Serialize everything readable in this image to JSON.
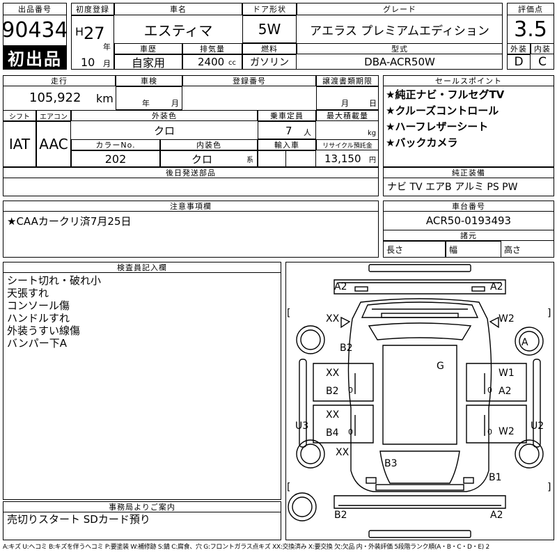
{
  "listing": {
    "lot_no_label": "出品番号",
    "lot_no": "90434",
    "first_listing_badge": "初出品",
    "first_reg_label": "初度登録",
    "era": "H",
    "year": "27",
    "year_unit": "年",
    "month": "10",
    "month_unit": "月",
    "car_name_label": "車名",
    "car_name": "エスティマ",
    "door_label": "ドア形状",
    "door": "5W",
    "grade_label": "グレード",
    "grade": "アエラス プレミアムエディション",
    "score_label": "評価点",
    "score": "3.5",
    "ext_label": "外装",
    "ext_grade": "D",
    "int_label": "内装",
    "int_grade": "C",
    "history_label": "車歴",
    "history": "自家用",
    "displacement_label": "排気量",
    "displacement": "2400",
    "cc_unit": "cc",
    "fuel_label": "燃料",
    "fuel": "ガソリン",
    "model_code_label": "型式",
    "model_code": "DBA-ACR50W"
  },
  "details": {
    "mileage_label": "走行",
    "mileage": "105,922",
    "km_unit": "km",
    "inspection_label": "車検",
    "inspection_year_unit": "年",
    "inspection_month_unit": "月",
    "reg_no_label": "登録番号",
    "transfer_label": "譲渡書類期限",
    "transfer_month_unit": "月",
    "transfer_day_unit": "日",
    "shift_label": "シフト",
    "shift": "IAT",
    "ac_label": "エアコン",
    "ac": "AAC",
    "ext_color_label": "外装色",
    "ext_color": "クロ",
    "capacity_label": "乗車定員",
    "capacity": "7",
    "capacity_unit": "人",
    "max_load_label": "最大積載量",
    "max_load_unit": "kg",
    "color_no_label": "カラーNo.",
    "color_no": "202",
    "int_color_label": "内装色",
    "int_color": "クロ",
    "int_color_unit": "系",
    "import_label": "輸入車",
    "recycle_label": "リサイクル預託金",
    "recycle": "13,150",
    "recycle_unit": "円",
    "later_parts_label": "後日発送部品"
  },
  "sales_points": {
    "label": "セールスポイント",
    "items": [
      "★純正ナビ・フルセグTV",
      "★クルーズコントロール",
      "★ハーフレザーシート",
      "★バックカメラ"
    ]
  },
  "equipment": {
    "label": "純正装備",
    "value": "ナビ TV エアB アルミ PS PW"
  },
  "notes": {
    "label": "注意事項欄",
    "text": "★CAAカークリ済7月25日"
  },
  "chassis": {
    "label": "車台番号",
    "value": "ACR50-0193493",
    "specs_label": "諸元",
    "length_label": "長さ",
    "width_label": "幅",
    "height_label": "高さ"
  },
  "inspector": {
    "label": "検査員記入欄",
    "lines": [
      "シート切れ・破れ小",
      "天張すれ",
      "コンソール傷",
      "ハンドルすれ",
      "外装うすい線傷",
      "バンパー下A"
    ]
  },
  "office": {
    "label": "事務局よりご案内",
    "text": "売切りスタート SDカード預り"
  },
  "diagram": {
    "bracket_left": "[",
    "bracket_right": "]",
    "marks": [
      {
        "id": "front-left-bumper",
        "label": "A2"
      },
      {
        "id": "front-right-bumper",
        "label": "A2"
      },
      {
        "id": "left-front-fender",
        "label": "XX"
      },
      {
        "id": "right-front-fender",
        "label": "W2"
      },
      {
        "id": "left-front-wheel",
        "label": "B2"
      },
      {
        "id": "right-front-wheel",
        "label": "A"
      },
      {
        "id": "windshield",
        "label": "G"
      },
      {
        "id": "left-front-door-1",
        "label": "XX"
      },
      {
        "id": "left-front-door-2",
        "label": "B2"
      },
      {
        "id": "left-front-door-zero",
        "label": "0"
      },
      {
        "id": "right-front-door-1",
        "label": "W1"
      },
      {
        "id": "right-front-door-2",
        "label": "A2"
      },
      {
        "id": "right-front-door-zero",
        "label": "0"
      },
      {
        "id": "left-rear-door-1",
        "label": "XX"
      },
      {
        "id": "left-rear-door-2",
        "label": "B4"
      },
      {
        "id": "left-rear-door-zero",
        "label": "0"
      },
      {
        "id": "right-rear-door-1",
        "label": "W2"
      },
      {
        "id": "right-rear-door-zero",
        "label": "0"
      },
      {
        "id": "left-sill",
        "label": "U3"
      },
      {
        "id": "right-sill",
        "label": "U2"
      },
      {
        "id": "left-quarter",
        "label": "XX"
      },
      {
        "id": "rear-glass",
        "label": "B3"
      },
      {
        "id": "right-rear-wheel",
        "label": "B1"
      },
      {
        "id": "rear-left-bumper",
        "label": "B2"
      },
      {
        "id": "rear-right-bumper",
        "label": "A2"
      }
    ]
  },
  "legend": "A:キズ U:ヘコミ B:キズを伴うヘコミ P:要塗装 W:補修跡 S:錆 C:腐食、穴 G:フロントガラス点キズ XX:交換済み X:要交換 欠:欠品 内・外装評価 5段階ランク順(A・B・C・D・E) 2"
}
